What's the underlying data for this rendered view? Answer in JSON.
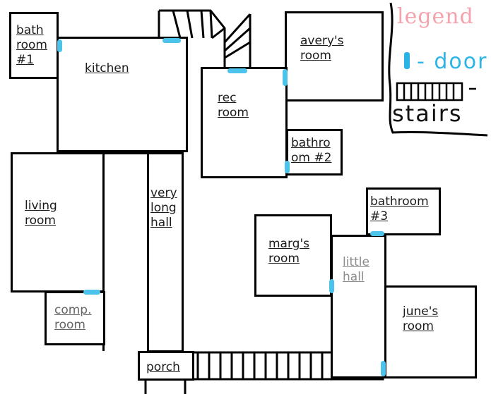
{
  "legend": {
    "title": "legend",
    "door_label": "- door",
    "stairs_label": "stairs"
  },
  "rooms": {
    "bathroom1": "bath\nroom\n#1",
    "kitchen": "kitchen",
    "averys_room": "avery's\nroom",
    "rec_room": "rec\nroom",
    "bathroom2": "bathro\nom #2",
    "living_room": "living\nroom",
    "very_long_hall": "very\nlong\nhall",
    "bathroom3": "bathroom\n#3",
    "margs_room": "marg's\nroom",
    "little_hall": "little\nhall",
    "comp_room": "comp.\nroom",
    "junes_room": "june's\nroom",
    "porch": "porch"
  },
  "colors": {
    "door": "#4cc3ea",
    "legend_title": "#f4a3ad",
    "legend_door": "#2bb5e6",
    "wall": "#000000"
  }
}
